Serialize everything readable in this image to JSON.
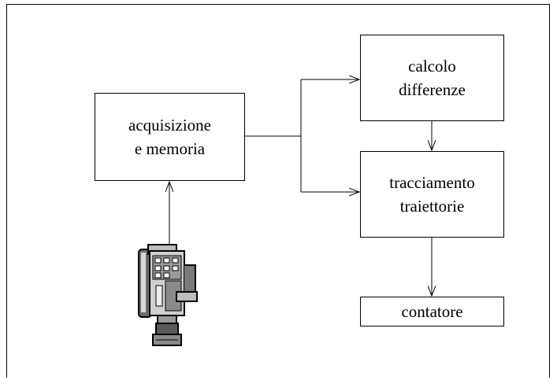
{
  "diagram": {
    "nodes": {
      "acquisition": {
        "line1": "acquisizione",
        "line2": "e memoria"
      },
      "differences": {
        "line1": "calcolo",
        "line2": "differenze"
      },
      "tracking": {
        "line1": "tracciamento",
        "line2": "traiettorie"
      },
      "counter": {
        "line1": "contatore"
      }
    },
    "camera_icon": "camera-icon",
    "line_color": "#000000"
  }
}
